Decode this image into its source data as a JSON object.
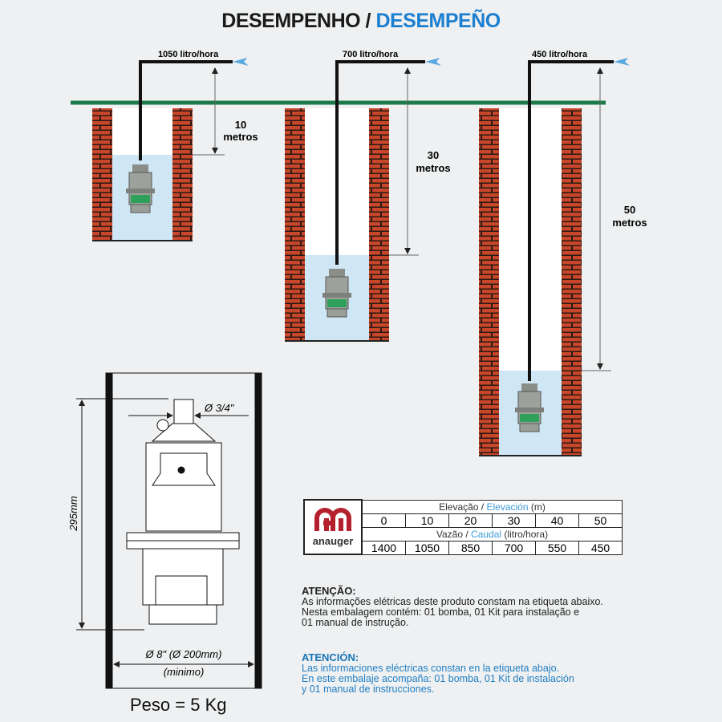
{
  "title": {
    "pt": "DESEMPENHO /",
    "es": "DESEMPEÑO"
  },
  "wells": [
    {
      "flow": "1050 litro/hora",
      "depth_value": "10",
      "depth_unit": "metros"
    },
    {
      "flow": "700 litro/hora",
      "depth_value": "30",
      "depth_unit": "metros"
    },
    {
      "flow": "450 litro/hora",
      "depth_value": "50",
      "depth_unit": "metros"
    }
  ],
  "dimensions": {
    "outlet": "Ø 3/4\"",
    "height": "295mm",
    "well_diameter": "Ø 8\" (Ø 200mm)",
    "well_diameter_note": "(minimo)",
    "weight": "Peso = 5 Kg"
  },
  "table": {
    "logo_text": "anauger",
    "elevation_header_pt": "Elevação /",
    "elevation_header_es": "Elevación",
    "elevation_unit": "(m)",
    "elevation": [
      "0",
      "10",
      "20",
      "30",
      "40",
      "50"
    ],
    "flow_header_pt": "Vazão /",
    "flow_header_es": "Caudal",
    "flow_unit": "(litro/hora)",
    "flow": [
      "1400",
      "1050",
      "850",
      "700",
      "550",
      "450"
    ]
  },
  "notes": {
    "pt_title": "ATENÇÃO:",
    "pt_lines": [
      "As informações elétricas deste produto constam na etiqueta abaixo.",
      "Nesta embalagem contém: 01 bomba, 01 Kit para instalação e",
      "01 manual de instrução."
    ],
    "es_title": "ATENCIÓN:",
    "es_lines": [
      "Las informaciones eléctricas constan en la etiqueta abajo.",
      "En este embalaje acompaña: 01 bomba, 01 Kit de instalación",
      "y 01 manual de instrucciones."
    ]
  },
  "colors": {
    "brick": "#c8462a",
    "ground": "#1f7a4a",
    "water": "#cfe6f5",
    "accent": "#1c7fd0"
  }
}
